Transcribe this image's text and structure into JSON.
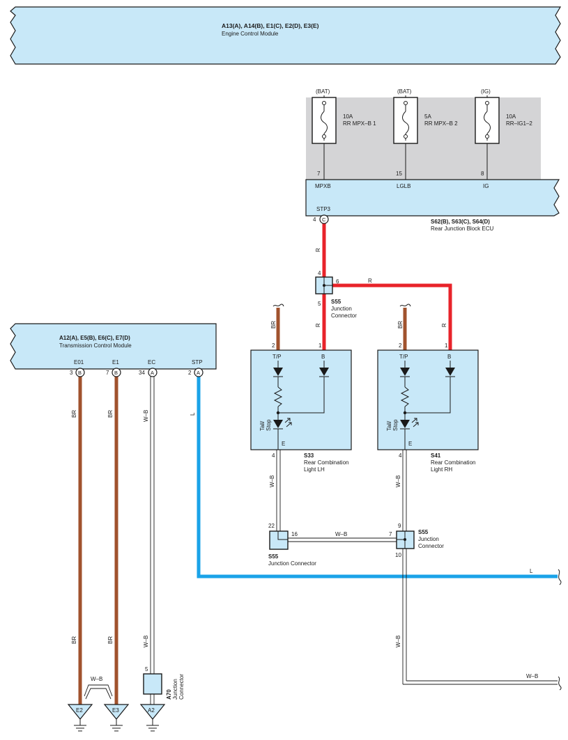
{
  "colors": {
    "component_fill": "#c8e8f8",
    "fuse_box_fill": "#d4d4d6",
    "wire_R": "#e8232a",
    "wire_BR": "#a0522d",
    "wire_L": "#1aa3e8",
    "wire_WB": "#1a1a1a",
    "ink": "#1a1a1a"
  },
  "ecm": {
    "codes": "A13(A), A14(B), E1(C), E2(D), E3(E)",
    "name": "Engine Control Module"
  },
  "fuses": [
    {
      "source": "(BAT)",
      "rating": "10A",
      "name": "RR MPX–B 1",
      "pin": "7",
      "terminal": "MPXB"
    },
    {
      "source": "(BAT)",
      "rating": "5A",
      "name": "RR MPX–B 2",
      "pin": "15",
      "terminal": "LGLB"
    },
    {
      "source": "(IG)",
      "rating": "10A",
      "name": "RR–IG1–2",
      "pin": "8",
      "terminal": "IG"
    }
  ],
  "rear_ecu": {
    "terminal": "STP3",
    "pin": "4",
    "connector": "C",
    "codes": "S62(B), S63(C), S64(D)",
    "name": "Rear Junction Block ECU"
  },
  "junction_top": {
    "code": "S55",
    "name_line1": "Junction",
    "name_line2": "Connector",
    "pin_in": "4",
    "pin_right": "6",
    "pin_down": "5"
  },
  "wires": {
    "R": "R",
    "BR": "BR",
    "L": "L",
    "WB": "W–B"
  },
  "tcm": {
    "codes": "A12(A), E5(B), E6(C), E7(D)",
    "name": "Transmission Control Module",
    "terminals": [
      {
        "name": "E01",
        "pin": "3",
        "connector": "B"
      },
      {
        "name": "E1",
        "pin": "7",
        "connector": "B"
      },
      {
        "name": "EC",
        "pin": "34",
        "connector": "A"
      },
      {
        "name": "STP",
        "pin": "2",
        "connector": "A"
      }
    ]
  },
  "lamps": [
    {
      "code": "S33",
      "name_line1": "Rear Combination",
      "name_line2": "Light LH",
      "pin_tp": "2",
      "pin_b": "1",
      "pin_e": "4",
      "term_tp": "T/P",
      "term_b": "B",
      "term_e": "E",
      "bulb_line1": "Tail/",
      "bulb_line2": "Stop"
    },
    {
      "code": "S41",
      "name_line1": "Rear Combination",
      "name_line2": "Light RH",
      "pin_tp": "2",
      "pin_b": "1",
      "pin_e": "4",
      "term_tp": "T/P",
      "term_b": "B",
      "term_e": "E",
      "bulb_line1": "Tail/",
      "bulb_line2": "Stop"
    }
  ],
  "junction_bottom_left": {
    "code": "S55",
    "name": "Junction Connector",
    "pin_top": "22",
    "pin_right": "16"
  },
  "junction_bottom_right": {
    "code": "S55",
    "name_line1": "Junction",
    "name_line2": "Connector",
    "pin_top": "9",
    "pin_left": "7",
    "pin_bottom": "10"
  },
  "junction_a70": {
    "code": "A70",
    "name_line1": "Junction",
    "name_line2": "Connector",
    "pin": "5"
  },
  "grounds": [
    {
      "label": "E2"
    },
    {
      "label": "E3"
    },
    {
      "label": "A2"
    }
  ]
}
